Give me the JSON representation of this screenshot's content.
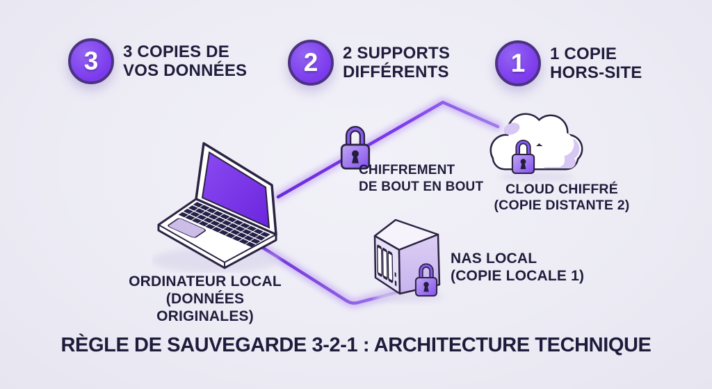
{
  "infographic": {
    "title": "RÈGLE DE SAUVEGARDE 3-2-1 : ARCHITECTURE TECHNIQUE",
    "rules": [
      {
        "number": "3",
        "line1": "3 COPIES DE",
        "line2": "VOS DONNÉES"
      },
      {
        "number": "2",
        "line1": "2 SUPPORTS",
        "line2": "DIFFÉRENTS"
      },
      {
        "number": "1",
        "line1": "1 COPIE",
        "line2": "HORS-SITE"
      }
    ],
    "nodes": {
      "laptop": {
        "icon": "laptop-icon",
        "line1": "ORDINATEUR LOCAL",
        "line2": "(DONNÉES ORIGINALES)"
      },
      "encryption": {
        "icon": "padlock-icon",
        "line1": "CHIFFREMENT",
        "line2": "DE BOUT EN BOUT"
      },
      "cloud": {
        "icon": "cloud-lock-icon",
        "line1": "CLOUD CHIFFRÉ",
        "line2": "(COPIE DISTANTE 2)"
      },
      "nas": {
        "icon": "nas-lock-icon",
        "line1": "NAS LOCAL",
        "line2": "(COPIE LOCALE 1)"
      }
    },
    "colors": {
      "background": "#EDECF5",
      "accent": "#7C3AED",
      "accent_light": "#A78BFA",
      "outline": "#2A2342",
      "text": "#201C3C",
      "badge_ring": "#4A3380"
    }
  }
}
